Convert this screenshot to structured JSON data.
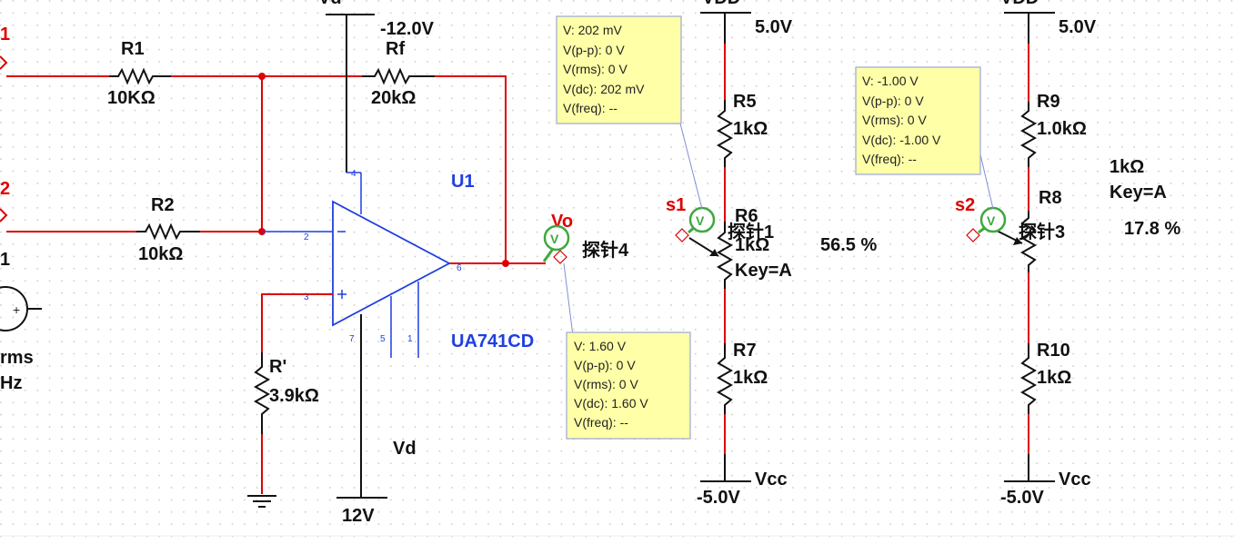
{
  "components": {
    "r1": {
      "name": "R1",
      "value": "10KΩ"
    },
    "r2": {
      "name": "R2",
      "value": "10kΩ"
    },
    "rf": {
      "name": "Rf",
      "value": "20kΩ"
    },
    "rprime": {
      "name": "R'",
      "value": "3.9kΩ"
    },
    "u1": {
      "name": "U1",
      "model": "UA741CD"
    },
    "r5": {
      "name": "R5",
      "value": "1kΩ"
    },
    "r6": {
      "name": "R6",
      "value": "1kΩ",
      "key": "Key=A",
      "percent": "56.5 %"
    },
    "r7": {
      "name": "R7",
      "value": "1kΩ"
    },
    "r8": {
      "name": "R8",
      "value": "1kΩ",
      "key": "Key=A",
      "percent": "17.8 %"
    },
    "r9": {
      "name": "R9",
      "value": "1.0kΩ"
    },
    "r10": {
      "name": "R10",
      "value": "1kΩ"
    }
  },
  "rails": {
    "neg12": "-12.0V",
    "pos12": "12V",
    "vd": "Vd",
    "vdd1": "5.0V",
    "vdd2": "5.0V",
    "vcc1_val": "-5.0V",
    "vcc2_val": "-5.0V",
    "vcc_label": "Vcc",
    "vdd_top": "VDD",
    "vd_top": "Vd"
  },
  "nets": {
    "in1": "1",
    "in2": "2",
    "vo": "Vo",
    "s1": "s1",
    "s2": "s2"
  },
  "source": {
    "name": "1",
    "amplitude": "rms",
    "freq": "Hz"
  },
  "pins": {
    "p4": "4",
    "p2": "2",
    "p3": "3",
    "p6": "6",
    "p7": "7",
    "p5": "5",
    "p1": "1"
  },
  "probes": {
    "probe1": {
      "name": "探针1",
      "lines": [
        "V: 202 mV",
        "V(p-p): 0 V",
        "V(rms): 0 V",
        "V(dc): 202 mV",
        "V(freq): --"
      ]
    },
    "probe3": {
      "name": "探针3",
      "lines": [
        "V: -1.00 V",
        "V(p-p): 0 V",
        "V(rms): 0 V",
        "V(dc): -1.00 V",
        "V(freq): --"
      ]
    },
    "probe4": {
      "name": "探针4",
      "lines": [
        "V: 1.60 V",
        "V(p-p): 0 V",
        "V(rms): 0 V",
        "V(dc): 1.60 V",
        "V(freq): --"
      ]
    }
  },
  "colors": {
    "wire": "#e00000",
    "component": "#111111",
    "ic": "#1f3fe0",
    "probe_box": "#ffffa8",
    "probe_icon": "#3fa83f"
  }
}
